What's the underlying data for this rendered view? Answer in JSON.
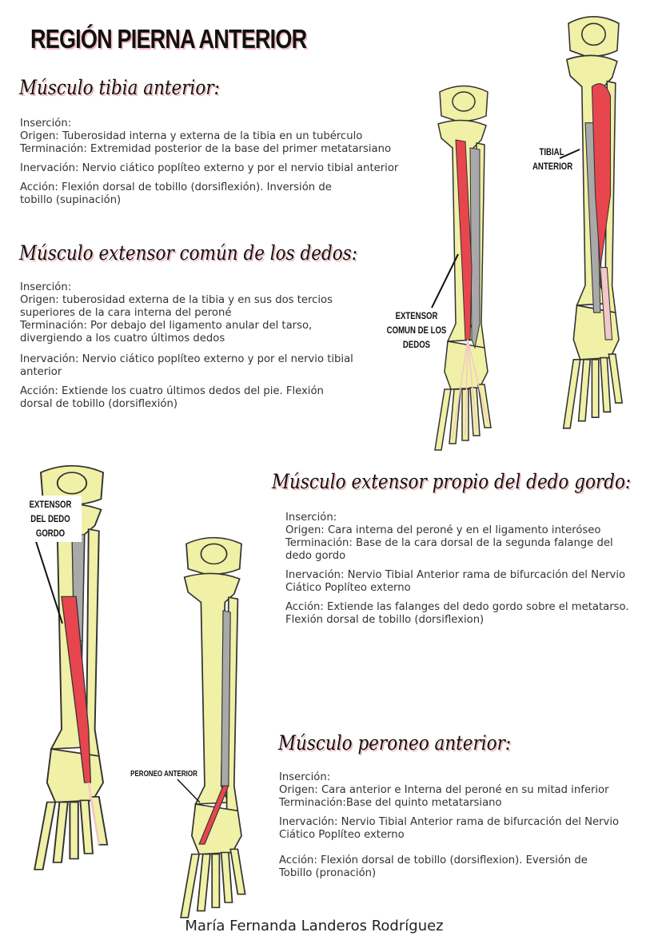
{
  "title": "REGIÓN PIERNA ANTERIOR",
  "colors": {
    "muscle": "#e8464e",
    "tendon": "#f2c8c8",
    "bone": "#f0f0a6",
    "outline": "#333333",
    "grey_muscle": "#a9a9a9",
    "heading_shadow": "#f2b8bd"
  },
  "sections": [
    {
      "heading": "Músculo tibia anterior:",
      "insercion": "Inserción:",
      "origen": "Origen: Tuberosidad interna y externa de la tibia en un tubérculo",
      "terminacion": "Terminación: Extremidad posterior de la base del primer metatarsiano",
      "inervacion": "Inervación: Nervio ciático poplíteo externo y por el nervio tibial anterior",
      "accion": "Acción: Flexión dorsal de tobillo (dorsiflexión). Inversión de tobillo (supinación)"
    },
    {
      "heading": "Músculo extensor común de los dedos:",
      "insercion": "Inserción:",
      "origen": "Origen: tuberosidad externa de la tibia y en sus dos tercios superiores de la cara interna del peroné",
      "terminacion": "Terminación: Por debajo del ligamento anular del tarso, divergiendo a los cuatro últimos dedos",
      "inervacion": "Inervación: Nervio ciático poplíteo externo y por el nervio tibial anterior",
      "accion": "Acción: Extiende los cuatro últimos dedos del pie. Flexión dorsal de tobillo (dorsiflexión)"
    },
    {
      "heading": "Músculo extensor propio del dedo gordo:",
      "insercion": "Inserción:",
      "origen": "Origen: Cara interna del peroné y en el ligamento interóseo",
      "terminacion": "Terminación: Base de la cara dorsal de la  segunda  falange del dedo gordo",
      "inervacion": "Inervación: Nervio Tibial Anterior rama de bifurcación del Nervio Ciático Poplíteo externo",
      "accion": "Acción: Extiende las falanges del dedo gordo sobre el metatarso. Flexión dorsal de tobillo (dorsiflexion)"
    },
    {
      "heading": "Músculo peroneo anterior:",
      "insercion": "Inserción:",
      "origen": "Origen: Cara anterior e Interna del peroné en su mitad inferior",
      "terminacion": "Terminación:Base del quinto metatarsiano",
      "inervacion": "Inervación: Nervio Tibial Anterior rama de bifurcación del Nervio Ciático Poplíteo externo",
      "accion": "Acción: Flexión dorsal de tobillo (dorsiflexion). Eversión de Tobillo (pronación)"
    }
  ],
  "labels": {
    "extensor_comun": "EXTENSOR COMUN DE LOS DEDOS",
    "tibial_anterior": "TIBIAL ANTERIOR",
    "extensor_dedo_gordo": "EXTENSOR DEL DEDO GORDO",
    "peroneo_anterior": "PERONEO ANTERIOR"
  },
  "footer": "María Fernanda Landeros Rodríguez"
}
